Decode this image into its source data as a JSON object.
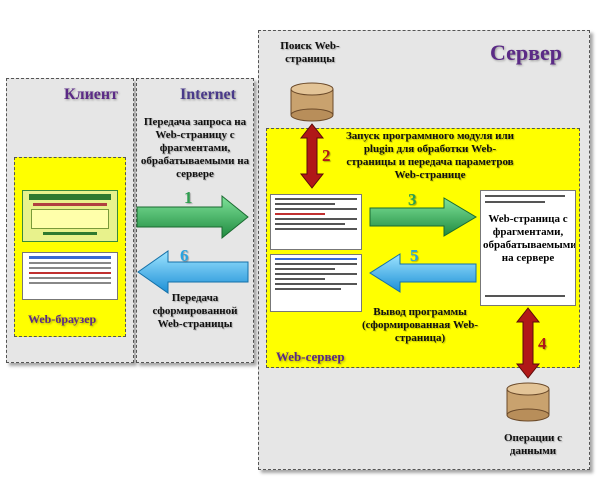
{
  "client": {
    "title": "Клиент",
    "browser_label": "Web-браузер"
  },
  "internet": {
    "title": "Internet",
    "request_text": "Передача запроса на Web-страницу с фрагментами, обрабатываемыми на сервере",
    "response_text": "Передача сформированной Web-страницы"
  },
  "server": {
    "title": "Сервер",
    "search_label": "Поиск Web-страницы",
    "plugin_text": "Запуск программного модуля или plugin для обработки Web-страницы и передача параметров Web-странице",
    "page_doc_text": "Web-страница с фрагментами, обрабатываемыми на сервере",
    "output_text": "Вывод программы (сформированная Web-страница)",
    "webserver_label": "Web-сервер",
    "data_ops_label": "Операции с данными"
  },
  "steps": {
    "s1": "1",
    "s2": "2",
    "s3": "3",
    "s4": "4",
    "s5": "5",
    "s6": "6"
  },
  "colors": {
    "green_arrow": "#2e9e4f",
    "blue_arrow": "#29a3e0",
    "red_arrow": "#b01818",
    "title_purple": "#5b2a86",
    "yellow_fill": "#ffff00",
    "db_fill": "#c9a26e"
  }
}
